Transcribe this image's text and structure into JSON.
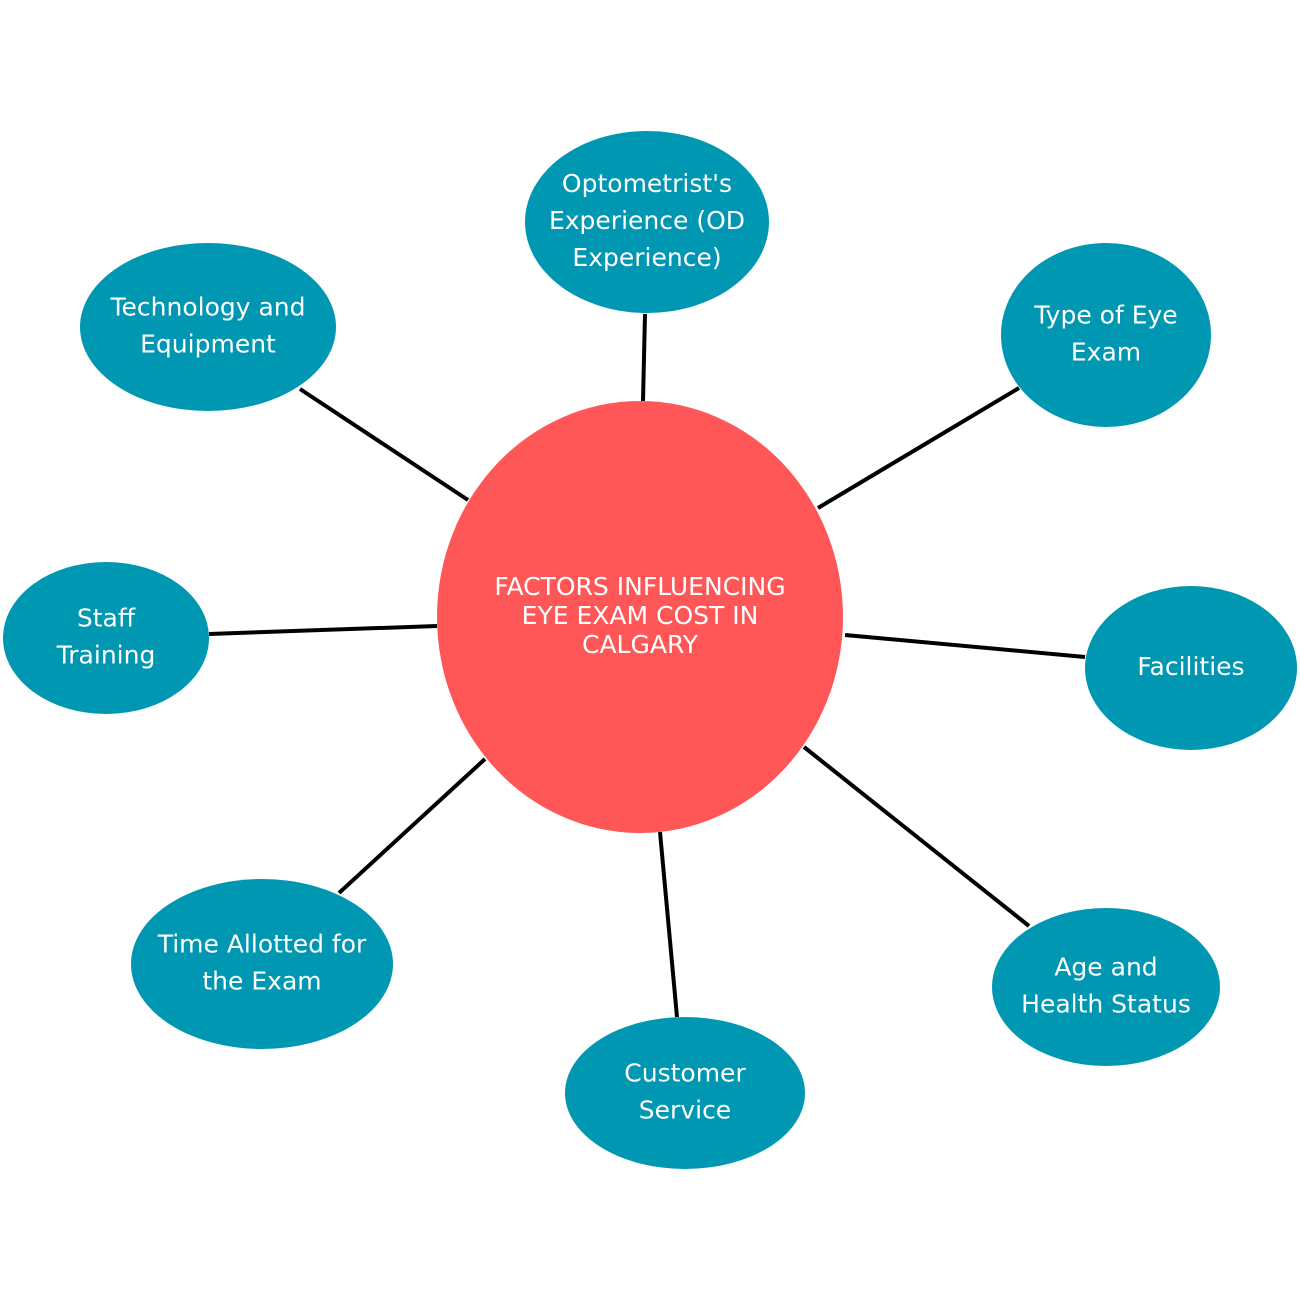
{
  "colors": {
    "center_fill": "#FF5757",
    "node_fill": "#0097B2",
    "connector": "#000000",
    "text": "#FFFFFF"
  },
  "center": {
    "lines": [
      "FACTORS  INFLUENCING",
      "EYE EXAM COST IN",
      "CALGARY"
    ]
  },
  "nodes": [
    {
      "id": "optometrist-experience",
      "lines": [
        "Optometrist's",
        "Experience (OD",
        "Experience)"
      ]
    },
    {
      "id": "type-of-eye-exam",
      "lines": [
        "Type of Eye",
        "Exam"
      ]
    },
    {
      "id": "facilities",
      "lines": [
        "Facilities"
      ]
    },
    {
      "id": "age-and-health-status",
      "lines": [
        "Age and",
        "Health Status"
      ]
    },
    {
      "id": "customer-service",
      "lines": [
        "Customer",
        "Service"
      ]
    },
    {
      "id": "time-allotted",
      "lines": [
        "Time Allotted for",
        "the Exam"
      ]
    },
    {
      "id": "staff-training",
      "lines": [
        "Staff",
        "Training"
      ]
    },
    {
      "id": "technology-and-equipment",
      "lines": [
        "Technology and",
        "Equipment"
      ]
    }
  ]
}
